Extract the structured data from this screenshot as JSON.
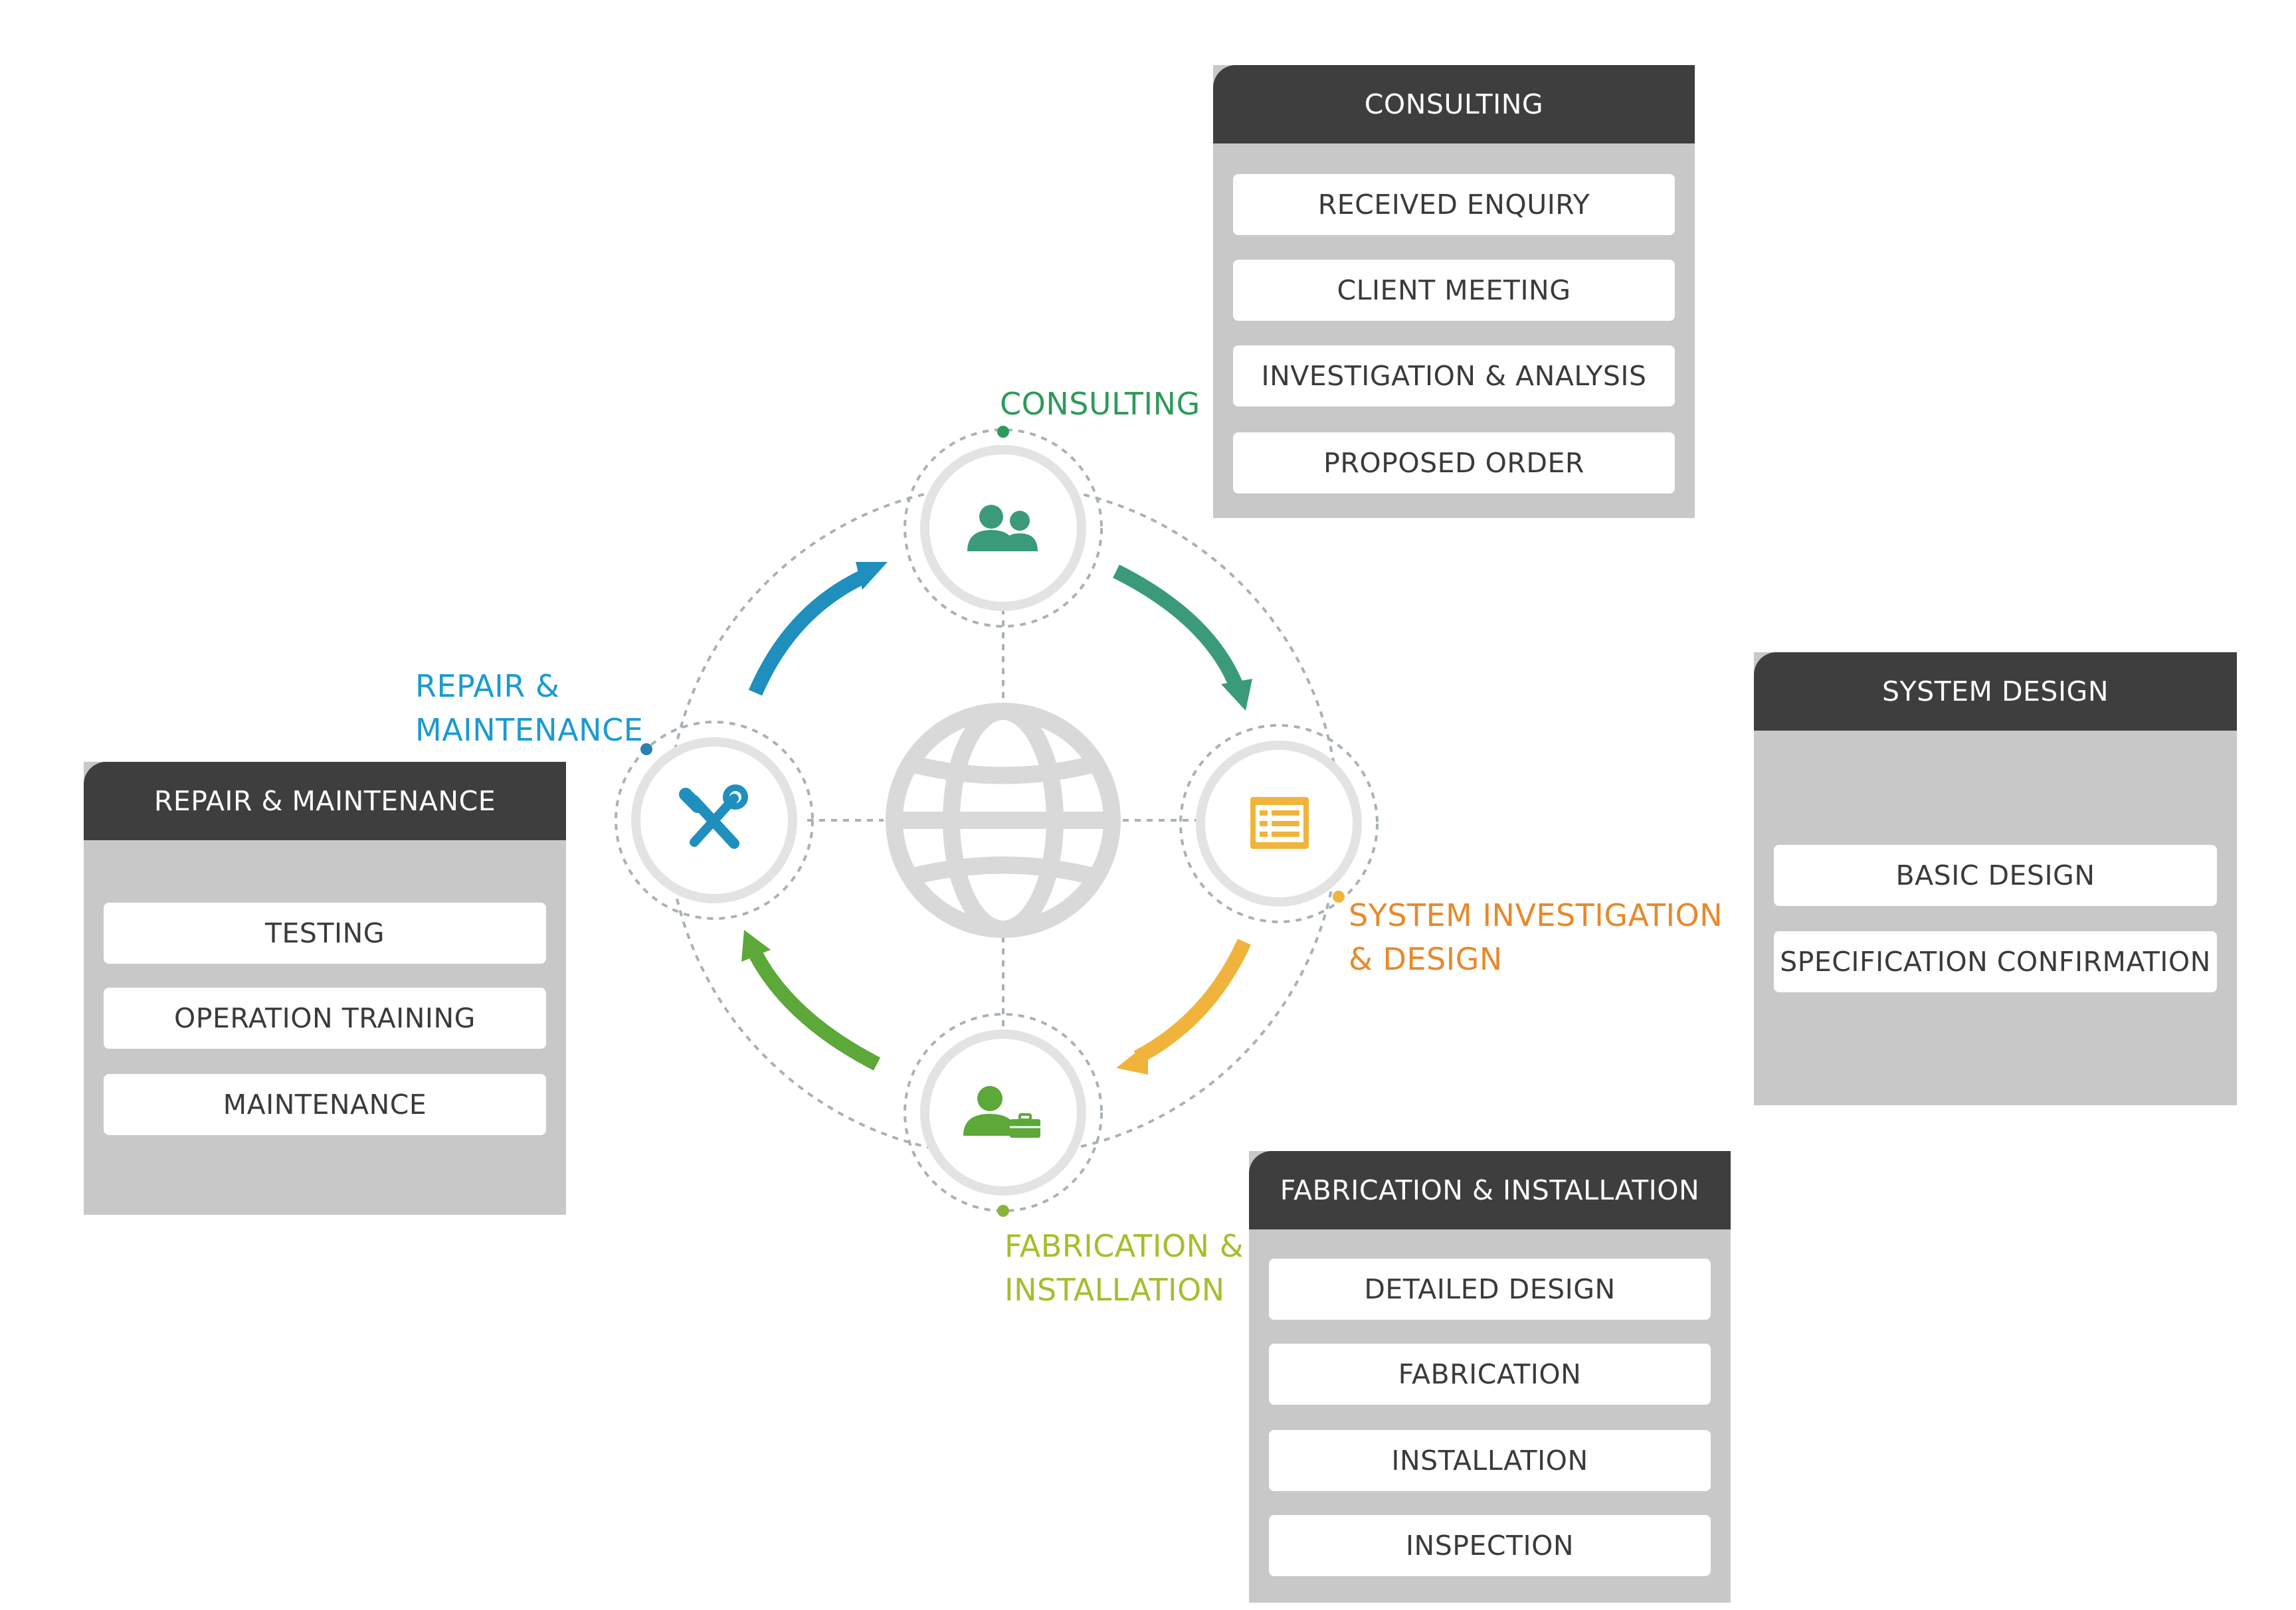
{
  "colors": {
    "consulting": "#2e9a5b",
    "consulting_icon": "#3a9a7a",
    "consulting_arrow": "#3a9a7a",
    "design": "#e8892a",
    "design_icon": "#f0b43c",
    "design_arrow": "#f0b43c",
    "fabrication": "#a6be2c",
    "fabrication_icon": "#5ca838",
    "fabrication_arrow": "#5ca838",
    "repair": "#1a9bd0",
    "repair_icon": "#1f8fbe",
    "repair_arrow": "#1f8fbe",
    "panel_header": "#3e3e3e",
    "panel_body": "#c8c8c8",
    "globe": "#d9d9d9"
  },
  "stage_labels": {
    "consulting": [
      "CONSULTING"
    ],
    "repair": [
      "REPAIR &",
      "MAINTENANCE"
    ],
    "design": [
      "SYSTEM INVESTIGATION",
      "& DESIGN"
    ],
    "fabrication": [
      "FABRICATION &",
      "INSTALLATION"
    ]
  },
  "icons": {
    "center": "globe-icon",
    "consulting": "people-icon",
    "design": "document-icon",
    "fabrication": "worker-briefcase-icon",
    "repair": "tools-icon"
  },
  "panels": {
    "consulting": {
      "title": "CONSULTING",
      "items": [
        "RECEIVED ENQUIRY",
        "CLIENT MEETING",
        "INVESTIGATION & ANALYSIS",
        "PROPOSED ORDER"
      ]
    },
    "system_design": {
      "title": "SYSTEM DESIGN",
      "items": [
        "BASIC DESIGN",
        "SPECIFICATION CONFIRMATION"
      ]
    },
    "repair": {
      "title": "REPAIR & MAINTENANCE",
      "items": [
        "TESTING",
        "OPERATION TRAINING",
        "MAINTENANCE"
      ]
    },
    "fabrication": {
      "title": "FABRICATION & INSTALLATION",
      "items": [
        "DETAILED DESIGN",
        "FABRICATION",
        "INSTALLATION",
        "INSPECTION"
      ]
    }
  }
}
